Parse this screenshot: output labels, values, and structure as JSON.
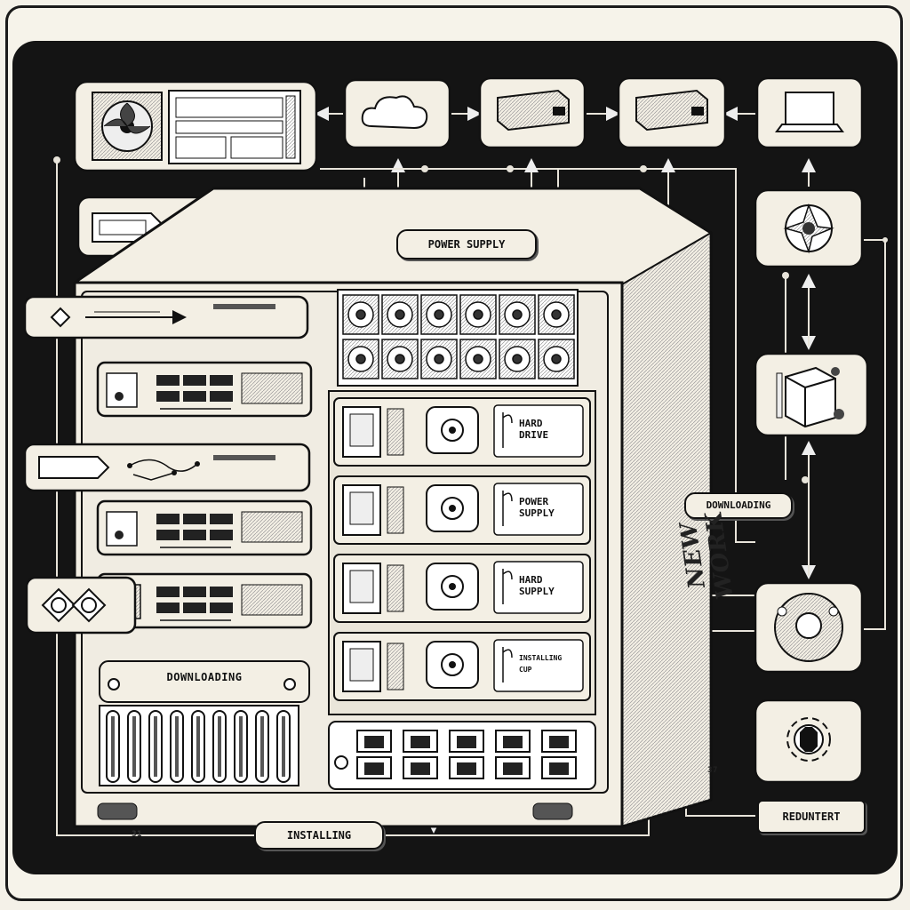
{
  "labels": {
    "power_supply_top": "POWER SUPPLY",
    "downloading_side": "DOWNLOADING",
    "downloading_panel": "DOWNLOADING",
    "installing": "INSTALLING",
    "redundant": "REDUNTERT",
    "tower_side": "NEW WORK",
    "mark_left": "31",
    "mark_right": "37"
  },
  "bays": [
    {
      "line1": "HARD",
      "line2": "DRIVE"
    },
    {
      "line1": "POWER",
      "line2": "SUPPLY"
    },
    {
      "line1": "HARD",
      "line2": "SUPPLY"
    },
    {
      "line1": "INSTALLING",
      "line2": "CUP"
    }
  ],
  "icons": [
    "fan-icon",
    "cloud-icon",
    "drive-icon",
    "laptop-icon",
    "aperture-icon",
    "package-icon",
    "disk-icon",
    "gear-icon"
  ],
  "colors": {
    "ink": "#111111",
    "paper": "#f3efe4",
    "panel": "#141414"
  }
}
